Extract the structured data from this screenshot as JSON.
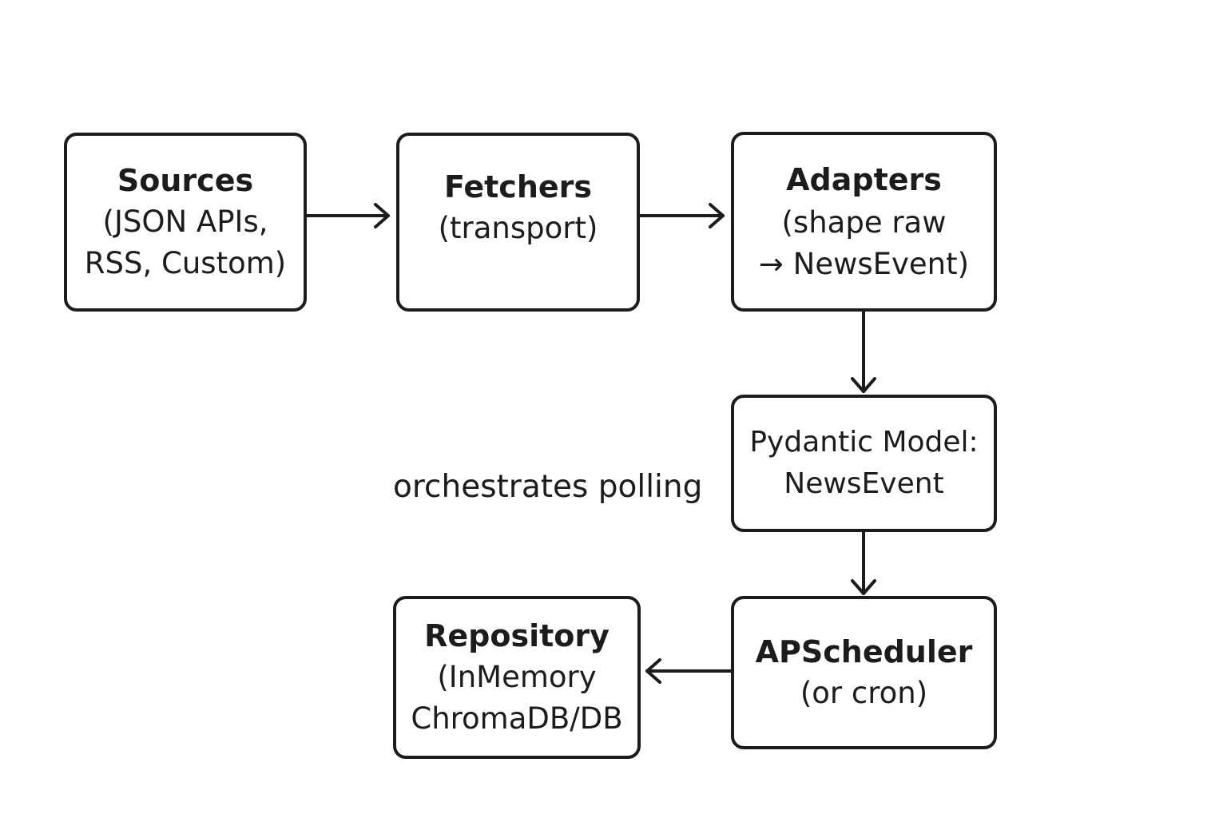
{
  "diagram": {
    "nodes": [
      {
        "id": "sources",
        "title": "Sources",
        "lines": [
          "(JSON APIs,",
          "RSS, Custom)"
        ]
      },
      {
        "id": "fetchers",
        "title": "Fetchers",
        "lines": [
          "(transport)"
        ]
      },
      {
        "id": "adapters",
        "title": "Adapters",
        "lines": [
          "(shape raw",
          "→ NewsEvent)"
        ]
      },
      {
        "id": "pydantic",
        "title": "",
        "lines": [
          "Pydantic Model:",
          "NewsEvent"
        ]
      },
      {
        "id": "scheduler",
        "title": "APScheduler",
        "lines": [
          "(or cron)"
        ]
      },
      {
        "id": "repository",
        "title": "Repository",
        "lines": [
          "(InMemory",
          "ChromaDB/DB"
        ]
      }
    ],
    "edges": [
      {
        "from": "sources",
        "to": "fetchers"
      },
      {
        "from": "fetchers",
        "to": "adapters"
      },
      {
        "from": "adapters",
        "to": "pydantic"
      },
      {
        "from": "pydantic",
        "to": "scheduler"
      },
      {
        "from": "scheduler",
        "to": "repository"
      }
    ],
    "free_label": "orchestrates polling",
    "colors": {
      "stroke": "#1c1c1c",
      "background": "#ffffff"
    }
  }
}
